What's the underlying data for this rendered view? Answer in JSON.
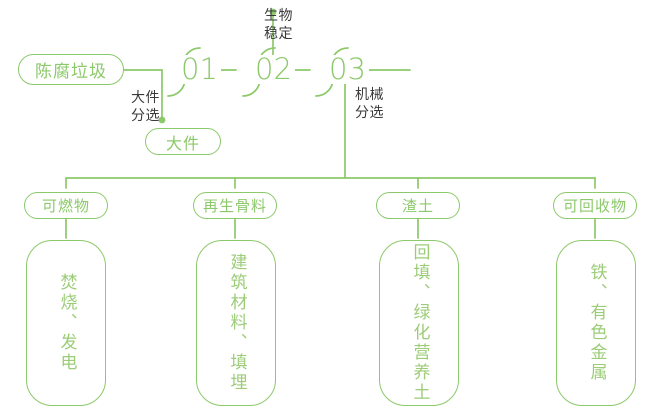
{
  "theme": {
    "line_color": "#8cc96a",
    "text_green": "#8cc96a",
    "text_green_soft": "#9ccc78",
    "note_color": "#3a3a3a",
    "background": "#ffffff"
  },
  "root": {
    "label": "陈腐垃圾"
  },
  "stages": [
    {
      "number": "01",
      "note": "大件\n分选",
      "note_line1": "大件",
      "note_line2": "分选"
    },
    {
      "number": "02",
      "note": "生物\n稳定",
      "note_line1": "生物",
      "note_line2": "稳定"
    },
    {
      "number": "03",
      "note": "机械\n分选",
      "note_line1": "机械",
      "note_line2": "分选"
    }
  ],
  "stage_outputs": [
    {
      "label": "大件"
    }
  ],
  "categories": [
    {
      "label": "可燃物",
      "detail": "焚烧、发电"
    },
    {
      "label": "再生骨料",
      "detail": "建筑材料、填埋"
    },
    {
      "label": "渣土",
      "detail": "回填、绿化营养土"
    },
    {
      "label": "可回收物",
      "detail": "铁、有色金属"
    }
  ]
}
